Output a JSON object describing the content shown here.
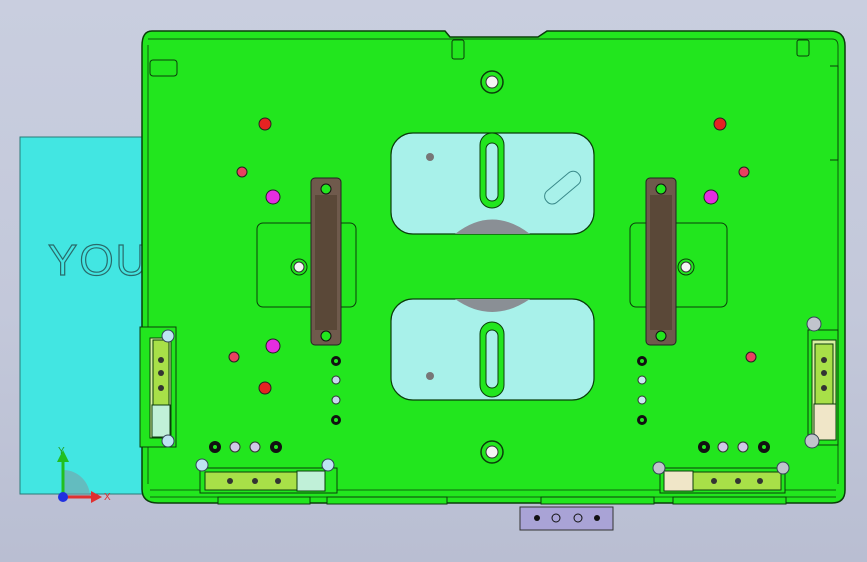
{
  "scene": {
    "label_text": "YOU",
    "colors": {
      "background": "#c6cbdc",
      "plate": "#22e61e",
      "plate_edge": "#0a3d0a",
      "cyan_block": "#42e6e2",
      "window_fill": "#a8f1ea",
      "handle": "#6f5a4c",
      "red_pin": "#e52222",
      "magenta_pin": "#e52de0",
      "pad_fill": "#f0e6c8",
      "bottom_part": "#a9a3d6"
    }
  },
  "triad": {
    "x_label": "X",
    "y_label": "Y",
    "x_color": "#e03030",
    "y_color": "#20c020",
    "origin_color": "#2030e0"
  }
}
